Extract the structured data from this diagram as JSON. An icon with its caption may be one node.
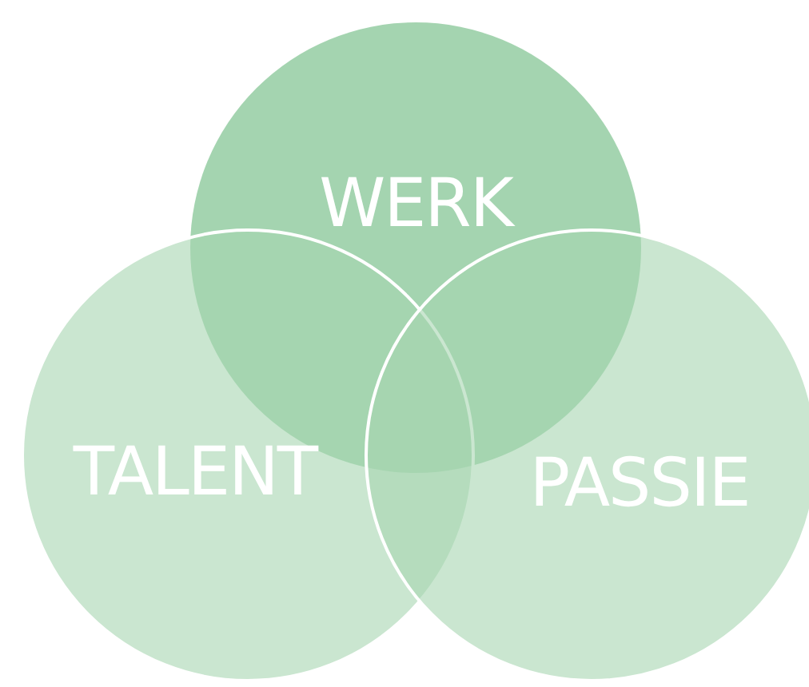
{
  "diagram": {
    "nodes": [
      {
        "text": [
          "WERK"
        ]
      },
      {
        "text": [
          "TALENT"
        ]
      },
      {
        "text": [
          "PASSIE"
        ]
      }
    ]
  }
}
